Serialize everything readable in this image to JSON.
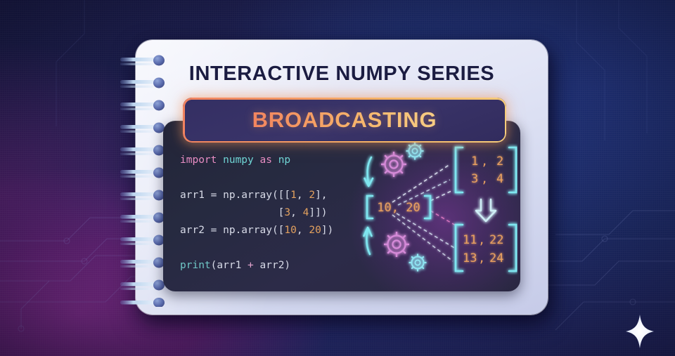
{
  "background": {
    "navy": "#1b2963",
    "purple": "#6d2a80",
    "circuit_color": "#6f7fd4"
  },
  "notebook": {
    "title": "INTERACTIVE NUMPY SERIES",
    "banner_label": "BROADCASTING",
    "banner_border_color": "#f3a062",
    "paper_color": "#e6e9f7",
    "spiral_ring_count": 12
  },
  "code_panel": {
    "background": "#272a41",
    "lines": [
      {
        "tokens": [
          {
            "t": "import ",
            "c": "kw"
          },
          {
            "t": "numpy ",
            "c": "mod"
          },
          {
            "t": "as ",
            "c": "kw"
          },
          {
            "t": "np",
            "c": "mod"
          }
        ]
      },
      {
        "tokens": []
      },
      {
        "tokens": [
          {
            "t": "arr1 = np.array([[",
            "c": "plain"
          },
          {
            "t": "1",
            "c": "num"
          },
          {
            "t": ", ",
            "c": "plain"
          },
          {
            "t": "2",
            "c": "num"
          },
          {
            "t": "],",
            "c": "plain"
          }
        ]
      },
      {
        "tokens": [
          {
            "t": "                [",
            "c": "plain"
          },
          {
            "t": "3",
            "c": "num"
          },
          {
            "t": ", ",
            "c": "plain"
          },
          {
            "t": "4",
            "c": "num"
          },
          {
            "t": "]])",
            "c": "plain"
          }
        ]
      },
      {
        "tokens": [
          {
            "t": "arr2 = np.array([",
            "c": "plain"
          },
          {
            "t": "10",
            "c": "num"
          },
          {
            "t": ", ",
            "c": "plain"
          },
          {
            "t": "20",
            "c": "num"
          },
          {
            "t": "])",
            "c": "plain"
          }
        ]
      },
      {
        "tokens": []
      },
      {
        "tokens": [
          {
            "t": "print",
            "c": "fn"
          },
          {
            "t": "(arr1 ",
            "c": "plain"
          },
          {
            "t": "+",
            "c": "op"
          },
          {
            "t": " arr2)",
            "c": "plain"
          }
        ]
      }
    ],
    "plain_code": "import numpy as np\n\narr1 = np.array([[1, 2],\n                [3, 4]])\narr2 = np.array([10, 20])\n\nprint(arr1 + arr2)"
  },
  "diagram": {
    "vector_label": "10, 20",
    "vector_values": [
      10,
      20
    ],
    "input_matrix": {
      "rows": [
        [
          "1",
          "2"
        ],
        [
          "3",
          "4"
        ]
      ]
    },
    "result_matrix": {
      "rows": [
        [
          "11",
          "22"
        ],
        [
          "13",
          "24"
        ]
      ]
    },
    "bracket_color": "#7fe6f0",
    "number_color": "#e8a060",
    "gear_cyan": "#8fe4f2",
    "gear_pink": "#e08ae0",
    "gears": [
      {
        "name": "gear-top-large",
        "color": "#d58ad8",
        "teeth": 8
      },
      {
        "name": "gear-top-small",
        "color": "#8fe4f2",
        "teeth": 8
      },
      {
        "name": "gear-bottom-large",
        "color": "#d58ad8",
        "teeth": 8
      },
      {
        "name": "gear-bottom-small",
        "color": "#8fe4f2",
        "teeth": 8
      }
    ],
    "arrows": [
      {
        "name": "arrow-down-left",
        "direction": "down",
        "color": "#7fe6f0"
      },
      {
        "name": "arrow-up-left",
        "direction": "up",
        "color": "#7fe6f0"
      },
      {
        "name": "arrow-down-result",
        "direction": "down",
        "color": "#cfeef6"
      }
    ],
    "dashed_links": [
      {
        "from": "vector",
        "to": "input-matrix-row1",
        "color": "#dfe8f5"
      },
      {
        "from": "vector",
        "to": "input-matrix-row2",
        "color": "#dfe8f5"
      },
      {
        "from": "vector",
        "to": "result-matrix-row1",
        "color": "#e080c8"
      },
      {
        "from": "vector",
        "to": "result-matrix-row2",
        "color": "#dfe8f5"
      }
    ]
  },
  "watermark": {
    "icon": "sparkle-icon",
    "color": "#ffffff"
  }
}
